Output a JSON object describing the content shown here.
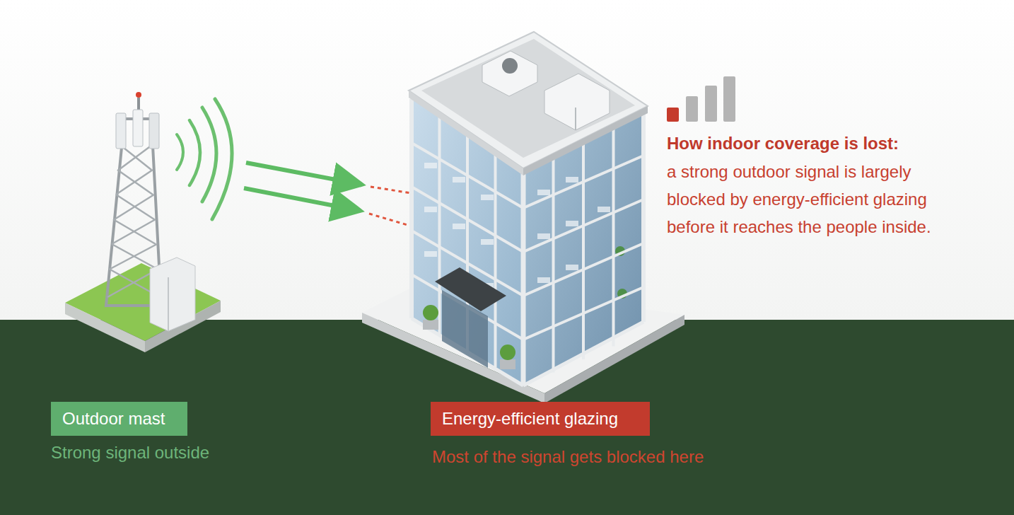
{
  "diagram": {
    "nodes": [
      {
        "text": [
          "Outdoor mast"
        ]
      },
      {
        "text": [
          "Energy-efficient glazing"
        ]
      }
    ],
    "labels": [
      "How indoor coverage is lost:",
      "a strong outdoor signal is largely blocked by energy-efficient glazing before it reaches the people inside.",
      "Strong signal outside",
      "Most of the signal gets blocked here"
    ]
  }
}
